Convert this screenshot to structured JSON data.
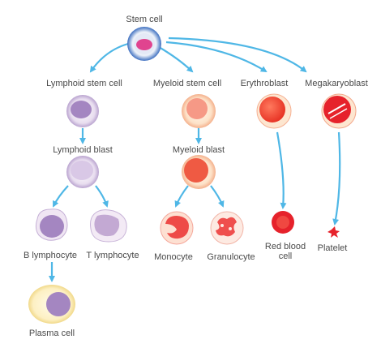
{
  "labels": {
    "stem": "Stem cell",
    "lymphoid_stem": "Lymphoid stem cell",
    "myeloid_stem": "Myeloid stem cell",
    "erythroblast": "Erythroblast",
    "megakaryoblast": "Megakaryoblast",
    "lymphoid_blast": "Lymphoid blast",
    "myeloid_blast": "Myeloid blast",
    "b_lymphocyte": "B lymphocyte",
    "t_lymphocyte": "T lymphocyte",
    "monocyte": "Monocyte",
    "granulocyte": "Granulocyte",
    "red_blood_cell_line1": "Red blood",
    "red_blood_cell_line2": "cell",
    "platelet": "Platelet",
    "plasma_cell": "Plasma cell"
  },
  "colors": {
    "arrow": "#4fb7e6",
    "text": "#4a4a4a",
    "stem_nucleus": "#e0448f",
    "lymphoid_nucleus": "#a486c1",
    "lymphoid_cytoplasm": "#ede4f2",
    "myeloid_nucleus": "#ef5a43",
    "myeloid_cytoplasm": "#fde9d3",
    "erythro": "#ee3a2a",
    "plasma_cytoplasm": "#fdf0c3"
  }
}
